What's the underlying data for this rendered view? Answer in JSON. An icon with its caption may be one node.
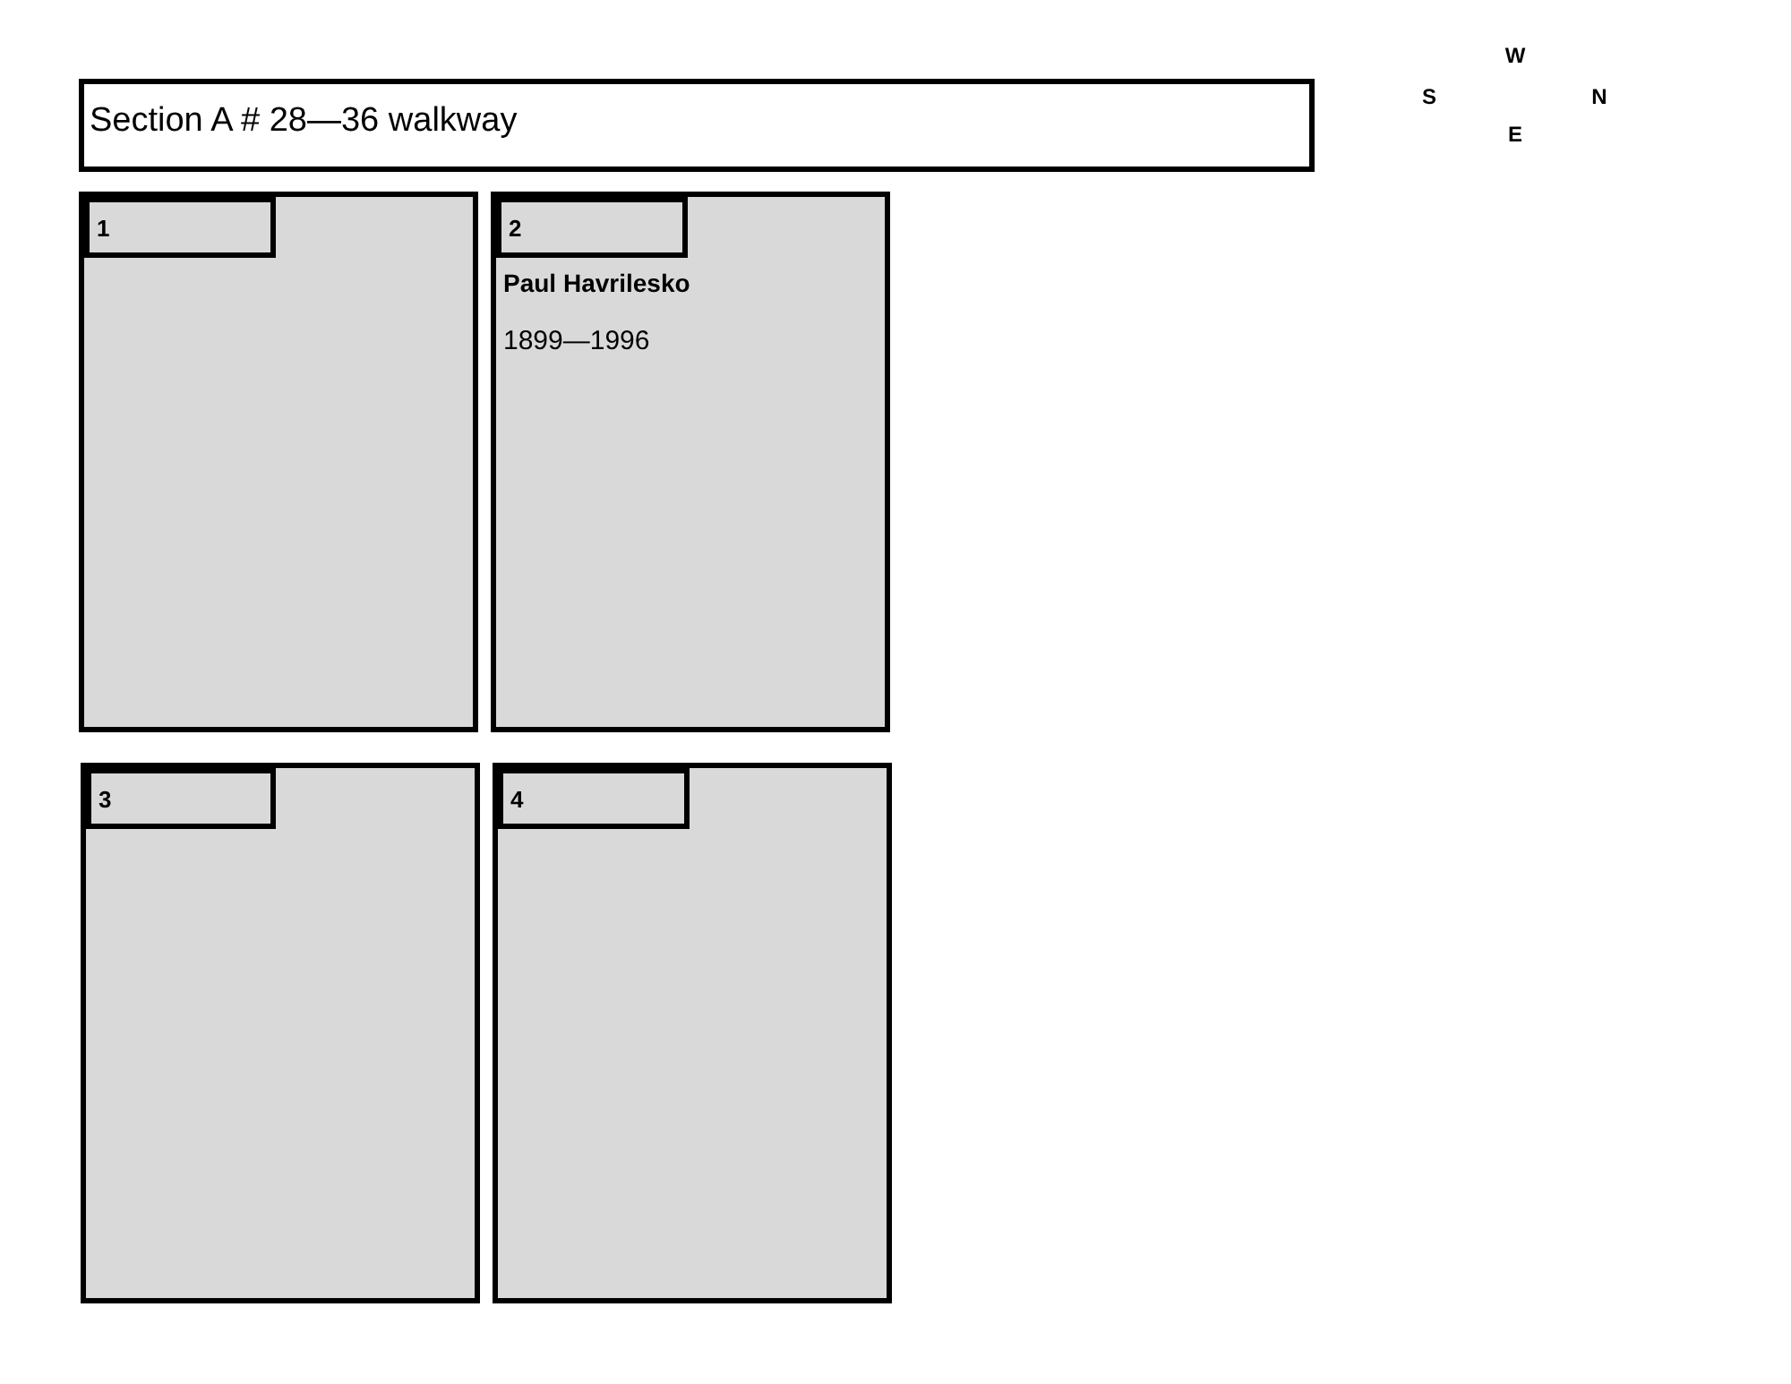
{
  "diagram": {
    "nodes": [
      {
        "text": [
          "Section A # 28—36 walkway"
        ]
      },
      {
        "text": [],
        "shape": "box"
      },
      {
        "text": [
          "1"
        ],
        "in": 1
      },
      {
        "text": [
          "Paul Havrilesko",
          "1899—1996"
        ]
      },
      {
        "text": [
          "2"
        ],
        "in": 3
      },
      {
        "text": [],
        "shape": "box"
      },
      {
        "text": [
          "3"
        ],
        "in": 5
      },
      {
        "text": [],
        "shape": "box"
      },
      {
        "text": [
          "4"
        ],
        "in": 7
      }
    ],
    "labels": [
      "W",
      "S",
      "N",
      "E"
    ]
  }
}
